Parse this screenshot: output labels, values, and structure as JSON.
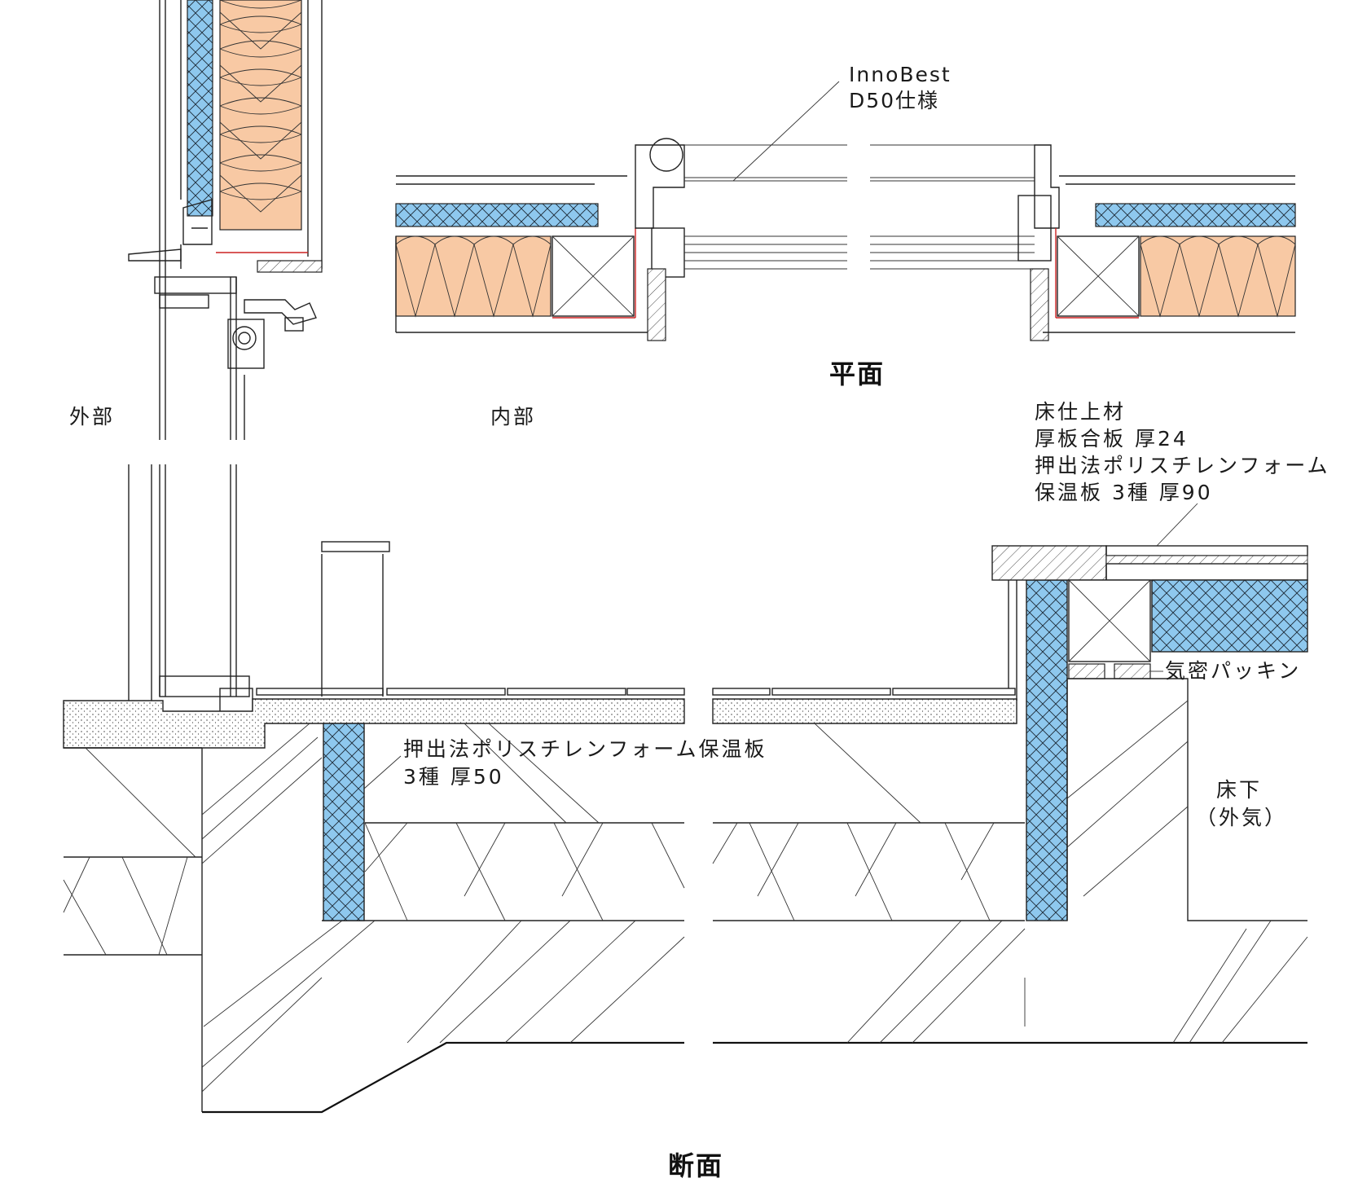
{
  "titles": {
    "plan": "平面",
    "section": "断面"
  },
  "zones": {
    "exterior": "外部",
    "interior": "内部",
    "underfloor": [
      "床下",
      "（外気）"
    ]
  },
  "callouts": {
    "window_spec": [
      "InnoBest",
      "D50仕様"
    ],
    "floor_build_up": [
      "床仕上材",
      "厚板合板 厚24",
      "押出法ポリスチレンフォーム",
      "保温板 3種 厚90"
    ],
    "foundation_insulation": [
      "押出法ポリスチレンフォーム保温板",
      "3種 厚50"
    ],
    "airtight_gasket": "気密パッキン"
  },
  "colors": {
    "xps_insulation": "#8ec8ee",
    "fiber_insulation": "#f8c9a4",
    "line": "#222222",
    "airtight_line": "#cc2222"
  }
}
